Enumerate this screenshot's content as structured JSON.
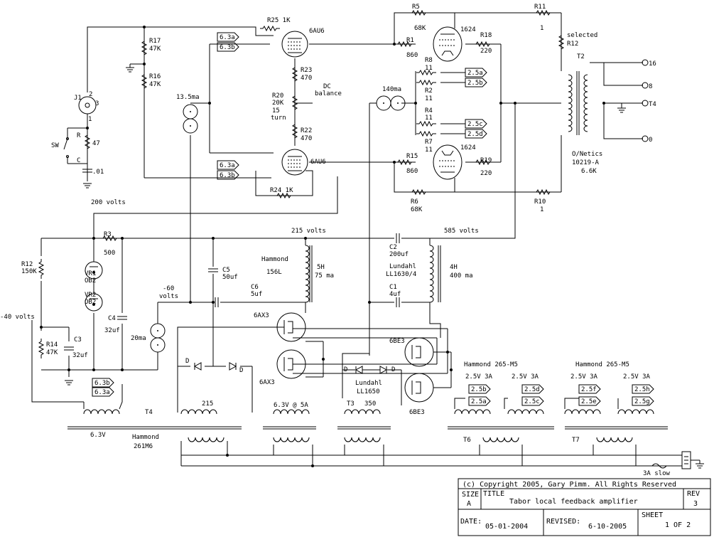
{
  "tags": [
    "",
    "",
    "",
    "",
    "",
    "",
    "6.3a",
    "6.3b",
    "2.5a",
    "2.5b",
    "2.5c",
    "2.5d",
    "2.5e",
    "2.5f",
    "2.5g",
    "2.5h"
  ],
  "labels": {
    "r25": "R25 1K",
    "v6au6": "6AU6",
    "r17": "R17",
    "r16": "R16",
    "v47k": "47K",
    "r23": "R23",
    "v470": "470",
    "dc": "DC",
    "balance": "balance",
    "ma135": "13.5ma",
    "r20": "R20",
    "v20k": "20K",
    "n15": "15",
    "turn": "turn",
    "r22": "R22",
    "r24": "R24 1K",
    "j1": "J1",
    "n1": "1",
    "n2": "2",
    "n3": "3",
    "r": "R",
    "v47": "47",
    "sw": "SW",
    "c": "C",
    "v01": ".01",
    "r5": "R5",
    "v68k": "68K",
    "v1624": "1624",
    "r11": "R11",
    "selected": "selected",
    "r12": "R12",
    "r1": "R1",
    "v860": "860",
    "r18": "R18",
    "v220": "220",
    "t2": "T2",
    "r8": "R8",
    "r2": "R2",
    "r4": "R4",
    "r7": "R7",
    "n11": "11",
    "ma140": "140ma",
    "r15": "R15",
    "r19": "R19",
    "r6": "R6",
    "r10": "R10",
    "t16": "16",
    "t8": "8",
    "t4": "T4",
    "t0": "0",
    "onetics": "O/Netics",
    "model": "10219-A",
    "k66": "6.6K",
    "v200": "200 volts",
    "v215": "215 volts",
    "v585": "585 volts",
    "r3": "R3",
    "v500": "500",
    "c2": "C2",
    "v200uf": "200uf",
    "r12b": "R12",
    "v150k": "150K",
    "hammond": "Hammond",
    "h156l": "156L",
    "h5": "5H",
    "ma75": "75 ma",
    "lundahl": "Lundahl",
    "ll1630": "LL1630/4",
    "h4": "4H",
    "ma400": "400 ma",
    "c5": "C5",
    "v50uf": "50uf",
    "vr1": "VR1",
    "vr2": "VR2",
    "ob2": "OB2",
    "m60": "-60",
    "volts": "volts",
    "c6": "C6",
    "v5uf": "5uf",
    "c1": "C1",
    "v4uf": "4uf",
    "v6ax3": "6AX3",
    "c4": "C4",
    "v32uf": "32uf",
    "m40": "-40 volts",
    "ma20": "20ma",
    "r14": "R14",
    "c3": "C3",
    "v6be3": "6BE3",
    "d": "D",
    "ll1650": "LL1650",
    "hm265": "Hammond 265-M5",
    "v25_3a": "2.5V 3A",
    "n215": "215",
    "v63_5a": "6.3V @ 5A",
    "t3": "T3",
    "n350": "350",
    "v63": "6.3V",
    "h261m6": "261M6",
    "t6": "T6",
    "t7": "T7",
    "fuse": "3A slow"
  },
  "title_block": {
    "copyright": "(c) Copyright 2005, Gary Pimm. All Rights Reserved",
    "size_label": "SIZE",
    "size": "A",
    "title_label": "TITLE",
    "title": "Tabor local feedback amplifier",
    "rev_label": "REV",
    "rev": "3",
    "date_label": "DATE:",
    "date": "05-01-2004",
    "revised_label": "REVISED:",
    "revised": "6-10-2005",
    "sheet_label": "SHEET",
    "sheet": "1 OF 2"
  }
}
